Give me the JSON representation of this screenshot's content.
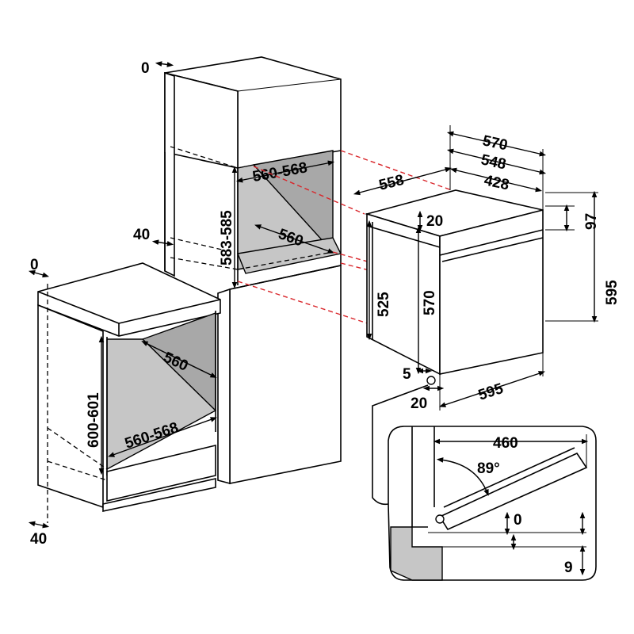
{
  "tall_unit": {
    "top_offset": "0",
    "side_gap": "40",
    "niche_width": "560-568",
    "niche_height": "583-585",
    "niche_depth": "560"
  },
  "base_unit": {
    "top_offset": "0",
    "bottom_gap": "40",
    "niche_depth": "560",
    "niche_height": "600-601",
    "niche_width": "560-568"
  },
  "oven": {
    "width_overall": "570",
    "width_body": "548",
    "width_inner": "428",
    "depth": "558",
    "top_panel": "20",
    "control_height": "97",
    "total_height": "595",
    "body_height_left": "525",
    "body_height_mid": "570",
    "front_width": "595",
    "base_offset": "5",
    "front_offset": "20"
  },
  "door_detail": {
    "depth": "460",
    "angle": "89°",
    "gap_top": "0",
    "gap_bottom": "9"
  }
}
